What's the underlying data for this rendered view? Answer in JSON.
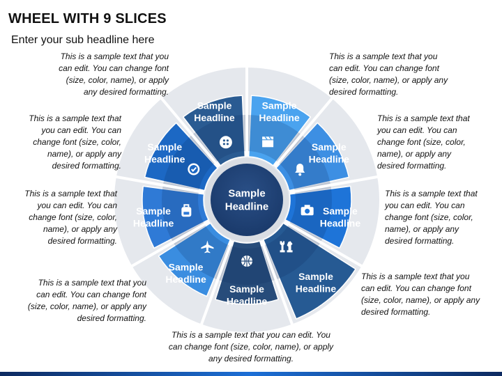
{
  "title": "WHEEL WITH 9 SLICES",
  "subtitle": "Enter your sub headline here",
  "center_label": [
    "Sample",
    "Headline"
  ],
  "colors": {
    "ring": "#e5e8ed",
    "hub": "#1a3a6b",
    "hub_ring": "#d9dde3"
  },
  "slices": [
    {
      "label": [
        "Sample",
        "Headline"
      ],
      "icon": "clapperboard-icon",
      "color": "#4aa3ef"
    },
    {
      "label": [
        "Sample",
        "Headline"
      ],
      "icon": "bell-icon",
      "color": "#3d8fe3"
    },
    {
      "label": [
        "Sample",
        "Headline"
      ],
      "icon": "camera-icon",
      "color": "#1e74d8"
    },
    {
      "label": [
        "Sample",
        "Headline"
      ],
      "icon": "chess-icon",
      "color": "#265a93"
    },
    {
      "label": [
        "Sample",
        "Headline"
      ],
      "icon": "basketball-icon",
      "color": "#274c7a"
    },
    {
      "label": [
        "Sample",
        "Headline"
      ],
      "icon": "airplane-icon",
      "color": "#3a8de0"
    },
    {
      "label": [
        "Sample",
        "Headline"
      ],
      "icon": "backpack-icon",
      "color": "#2f7ad6"
    },
    {
      "label": [
        "Sample",
        "Headline"
      ],
      "icon": "badge-check-icon",
      "color": "#1c68c4"
    },
    {
      "label": [
        "Sample",
        "Headline"
      ],
      "icon": "button-icon",
      "color": "#2a5b92"
    }
  ],
  "descriptions": [
    "This is a sample text that you can edit. You can change font (size, color, name), or apply any desired formatting.",
    "This is a sample text that you can edit. You can change font (size, color, name), or apply any desired formatting.",
    "This is a sample text that you can edit. You can change font (size, color, name), or apply any desired formatting.",
    "This is a sample text that you can edit. You can change font (size, color, name), or apply any desired formatting.",
    "This is a sample text that you can edit. You can change font (size, color, name), or apply any desired formatting.",
    "This is a sample text that you can edit. You can change font (size, color, name), or apply any desired formatting.",
    "This is a sample text that you can edit. You can change font (size, color, name), or apply any desired formatting.",
    "This is a sample text that you can edit. You can change font (size, color, name), or apply any desired formatting.",
    "This is a sample text that you can edit. You can change font (size, color, name), or apply any desired formatting."
  ]
}
